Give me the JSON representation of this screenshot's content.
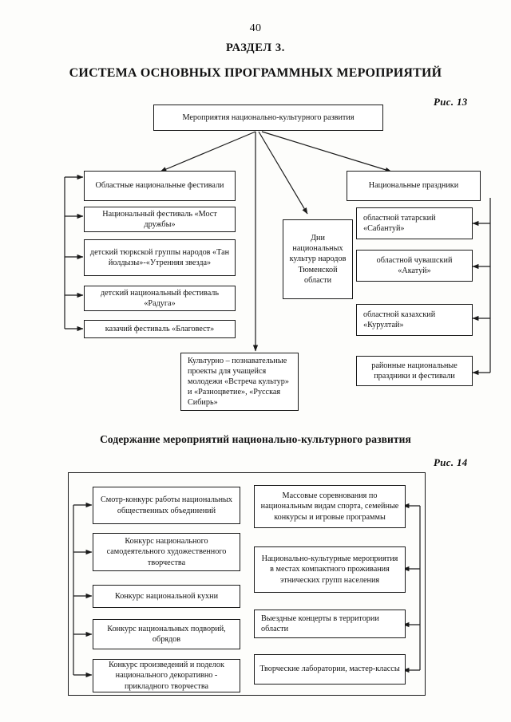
{
  "page": {
    "number": "40",
    "section_label": "РАЗДЕЛ 3.",
    "section_title": "СИСТЕМА ОСНОВНЫХ ПРОГРАММНЫХ МЕРОПРИЯТИЙ",
    "subsection_title": "Содержание мероприятий национально-культурного развития"
  },
  "figure13": {
    "label": "Рис. 13",
    "root": "Мероприятия национально-культурного развития",
    "left_group_header": "Областные национальные фестивали",
    "left_items": [
      "Национальный фестиваль «Мост дружбы»",
      "детский тюркской группы народов «Тан йолдызы»-«Утренняя звезда»",
      "детский национальный фестиваль «Радуга»",
      "казачий фестиваль «Благовест»"
    ],
    "center_box": "Дни национальных культур народов Тюменской области",
    "bottom_center_box": "Культурно – познавательные проекты для учащейся молодежи «Встреча культур» и «Разноцветие», «Русская Сибирь»",
    "right_group_header": "Национальные праздники",
    "right_items": [
      "областной татарский «Сабантуй»",
      "областной чувашский «Акатуй»",
      "областной казахский «Курултай»",
      "районные национальные праздники и фестивали"
    ]
  },
  "figure14": {
    "label": "Рис. 14",
    "left_items": [
      "Смотр-конкурс работы национальных общественных объединений",
      "Конкурс национального самодеятельного художественного творчества",
      "Конкурс национальной кухни",
      "Конкурс национальных подворий, обрядов",
      "Конкурс произведений и поделок национального декоративно - прикладного творчества"
    ],
    "right_items": [
      "Массовые соревнования по национальным видам спорта, семейные конкурсы и игровые программы",
      "Национально-культурные мероприятия в местах компактного проживания этнических групп населения",
      "Выездные концерты в территории области",
      "Творческие лаборатории, мастер-классы"
    ]
  },
  "colors": {
    "ink": "#1a1a1a",
    "paper": "#fdfdfb"
  }
}
